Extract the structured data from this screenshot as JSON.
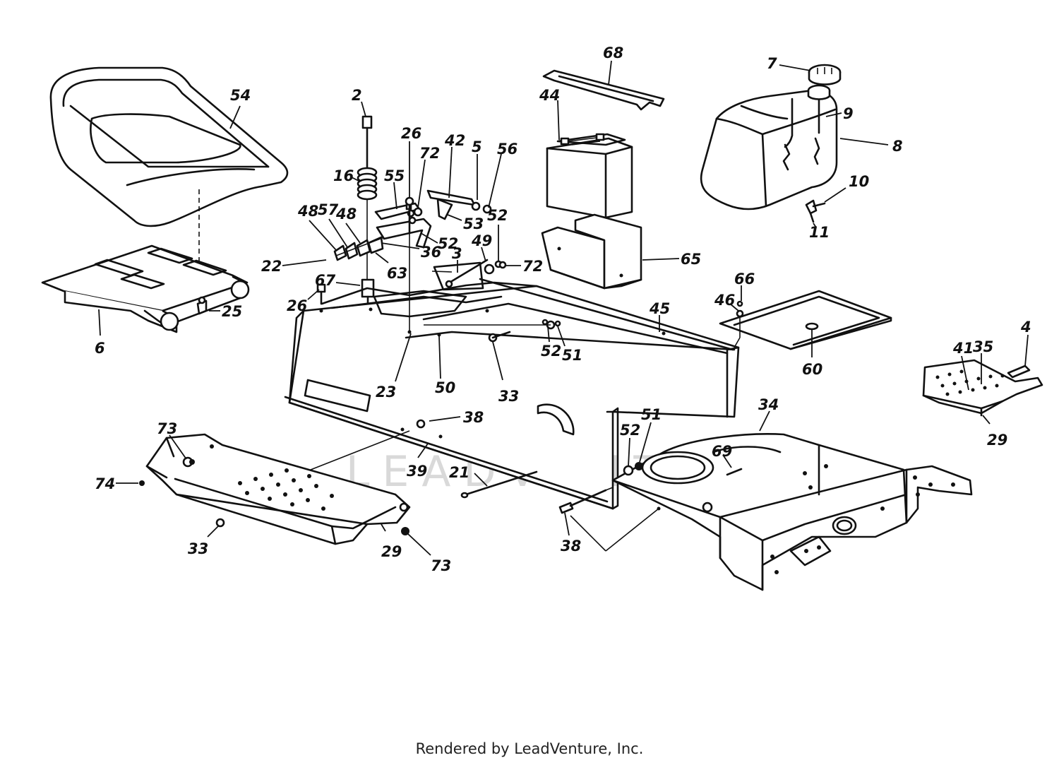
{
  "diagram": {
    "watermark": "LEADVENTURE",
    "callouts": [
      "2",
      "3",
      "4",
      "5",
      "6",
      "7",
      "8",
      "9",
      "10",
      "11",
      "16",
      "21",
      "22",
      "23",
      "25",
      "26",
      "26",
      "29",
      "29",
      "33",
      "33",
      "34",
      "35",
      "36",
      "38",
      "38",
      "39",
      "41",
      "42",
      "44",
      "45",
      "46",
      "48",
      "48",
      "49",
      "50",
      "51",
      "51",
      "52",
      "52",
      "52",
      "52",
      "53",
      "54",
      "55",
      "56",
      "57",
      "60",
      "63",
      "65",
      "66",
      "67",
      "68",
      "69",
      "72",
      "72",
      "73",
      "73",
      "74"
    ]
  },
  "footer": {
    "text": "Rendered by LeadVenture, Inc."
  }
}
